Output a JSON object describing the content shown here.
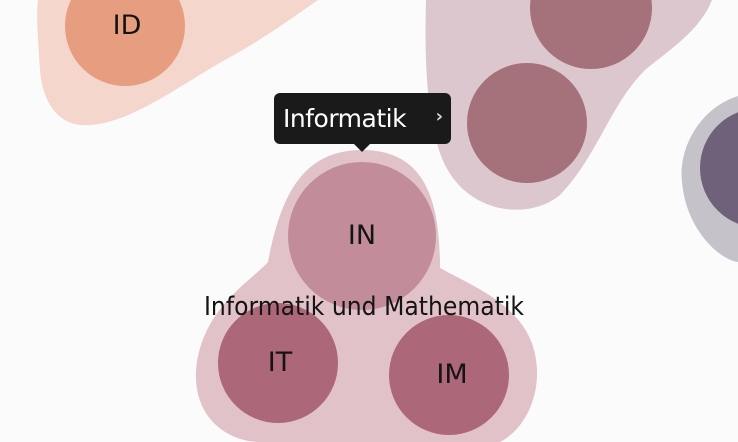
{
  "colors": {
    "background": "#fbfbfb",
    "blob_id": "#f5d6cc",
    "node_id": "#e79d7f",
    "blob_top_right": "#dcc7ce",
    "node_top_right": "#a5717b",
    "blob_far_right": "#c6c2c9",
    "node_far_right": "#6f6179",
    "blob_main": "#e1c2c9",
    "node_in": "#c28c9b",
    "node_it": "#ac6779",
    "node_im": "#ac6779",
    "tooltip_bg": "#1a1a1a",
    "tooltip_text": "#ffffff"
  },
  "nodes": {
    "id": {
      "label": "ID"
    },
    "in": {
      "label": "IN"
    },
    "it": {
      "label": "IT"
    },
    "im": {
      "label": "IM"
    }
  },
  "group": {
    "label": "Informatik und Mathematik"
  },
  "tooltip": {
    "title": "Informatik",
    "chevron_icon": "chevron-right-icon",
    "chevron_glyph": "›"
  }
}
